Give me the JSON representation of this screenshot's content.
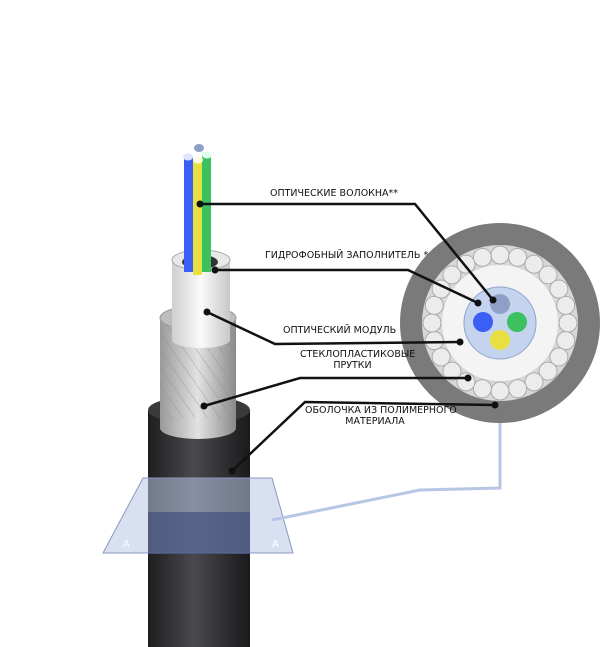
{
  "labels": {
    "fibers": "ОПТИЧЕСКИЕ ВОЛОКНА**",
    "filler": "ГИДРОФОБНЫЙ ЗАПОЛНИТЕЛЬ *",
    "module": "ОПТИЧЕСКИЙ МОДУЛЬ",
    "rods_line1": "СТЕКЛОПЛАСТИКОВЫЕ",
    "rods_line2": "ПРУТКИ",
    "sheath_line1": "ОБОЛОЧКА ИЗ ПОЛИМЕРНОГО",
    "sheath_line2": "МАТЕРИАЛА"
  },
  "section_plane": {
    "left": "А",
    "right": "А"
  },
  "colors": {
    "fiber_blue": "#3b5ff5",
    "fiber_yellow": "#e8e040",
    "fiber_green": "#3cc060",
    "fiber_gray": "#8fa0c8",
    "sheath": "#7a7a7a",
    "cable_dark": "#2e2e30"
  }
}
